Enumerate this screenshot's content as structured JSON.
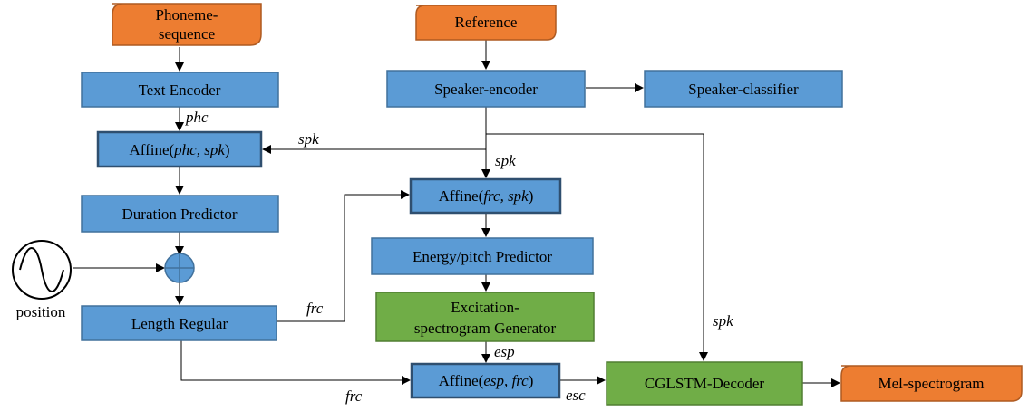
{
  "inputs": {
    "phoneme_sequence": [
      "Phoneme-",
      "sequence"
    ],
    "reference": "Reference"
  },
  "blocks": {
    "text_encoder": "Text Encoder",
    "affine_phc_spk": {
      "prefix": "Affine(",
      "args": "phc, spk",
      "suffix": ")"
    },
    "duration_predictor": "Duration Predictor",
    "length_regular": "Length Regular",
    "speaker_encoder": "Speaker-encoder",
    "speaker_classifier": "Speaker-classifier",
    "affine_frc_spk": {
      "prefix": "Affine(",
      "args": "frc, spk",
      "suffix": ")"
    },
    "energy_pitch_predictor": "Energy/pitch Predictor",
    "excitation_generator": [
      "Excitation-",
      "spectrogram Generator"
    ],
    "affine_esp_frc": {
      "prefix": "Affine(",
      "args": "esp, frc",
      "suffix": ")"
    },
    "cglstm_decoder": "CGLSTM-Decoder"
  },
  "outputs": {
    "mel_spectrogram": "Mel-spectrogram"
  },
  "position_label": "position",
  "edge_labels": {
    "phc": "phc",
    "spk_left": "spk",
    "spk_mid": "spk",
    "spk_right": "spk",
    "frc_upper": "frc",
    "frc_lower": "frc",
    "esp": "esp",
    "esc": "esc"
  }
}
